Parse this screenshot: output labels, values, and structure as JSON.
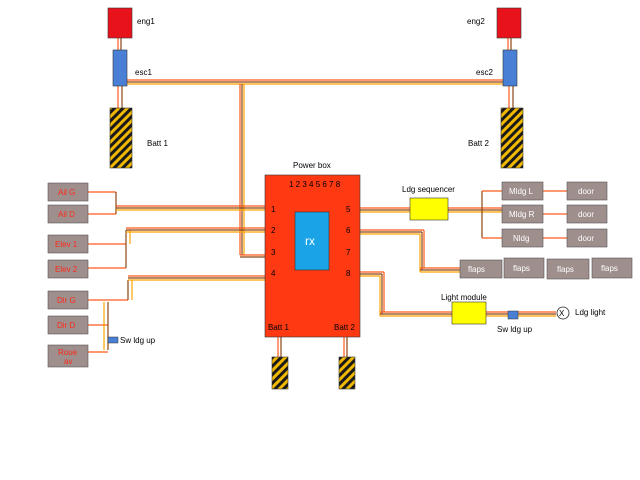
{
  "colors": {
    "motor": "#e8121b",
    "esc": "#4a7fd6",
    "power_box": "#ff3a12",
    "rx": "#1aa3e6",
    "servo_box": "#9e8e8c",
    "servo_text": "#ff2a1a",
    "light_text": "#ffffff",
    "ldg_box": "#ffff00",
    "wire_red": "#ff5a1a",
    "wire_brown": "#8b4513",
    "wire_orange": "#ffa500"
  },
  "engines": {
    "eng1": "eng1",
    "eng2": "eng2"
  },
  "escs": {
    "esc1": "esc1",
    "esc2": "esc2"
  },
  "batteries": {
    "batt1": "Batt 1",
    "batt2": "Batt 2"
  },
  "power_box": {
    "title": "Power box",
    "channels": "1 2 3 4 5 6 7 8",
    "rx": "rx",
    "ports_left": [
      "1",
      "2",
      "3",
      "4"
    ],
    "ports_right": [
      "5",
      "6",
      "7",
      "8"
    ],
    "batt_left": "Batt 1",
    "batt_right": "Batt 2"
  },
  "servos_left": [
    "Ail G",
    "Ail D",
    "Elev 1",
    "Elev 2",
    "Dir G",
    "Dir D",
    "Roue av"
  ],
  "sw_left": "Sw ldg up",
  "ldg_sequencer": "Ldg sequencer",
  "gear": [
    {
      "name": "Mldg L",
      "door": "door"
    },
    {
      "name": "Mldg R",
      "door": "door"
    },
    {
      "name": "Nldg",
      "door": "door"
    }
  ],
  "flaps": [
    "flaps",
    "flaps",
    "flaps",
    "flaps"
  ],
  "light_module": "Light module",
  "sw_right": "Sw ldg up",
  "ldg_light": "Ldg light",
  "ldg_light_symbol": "X"
}
